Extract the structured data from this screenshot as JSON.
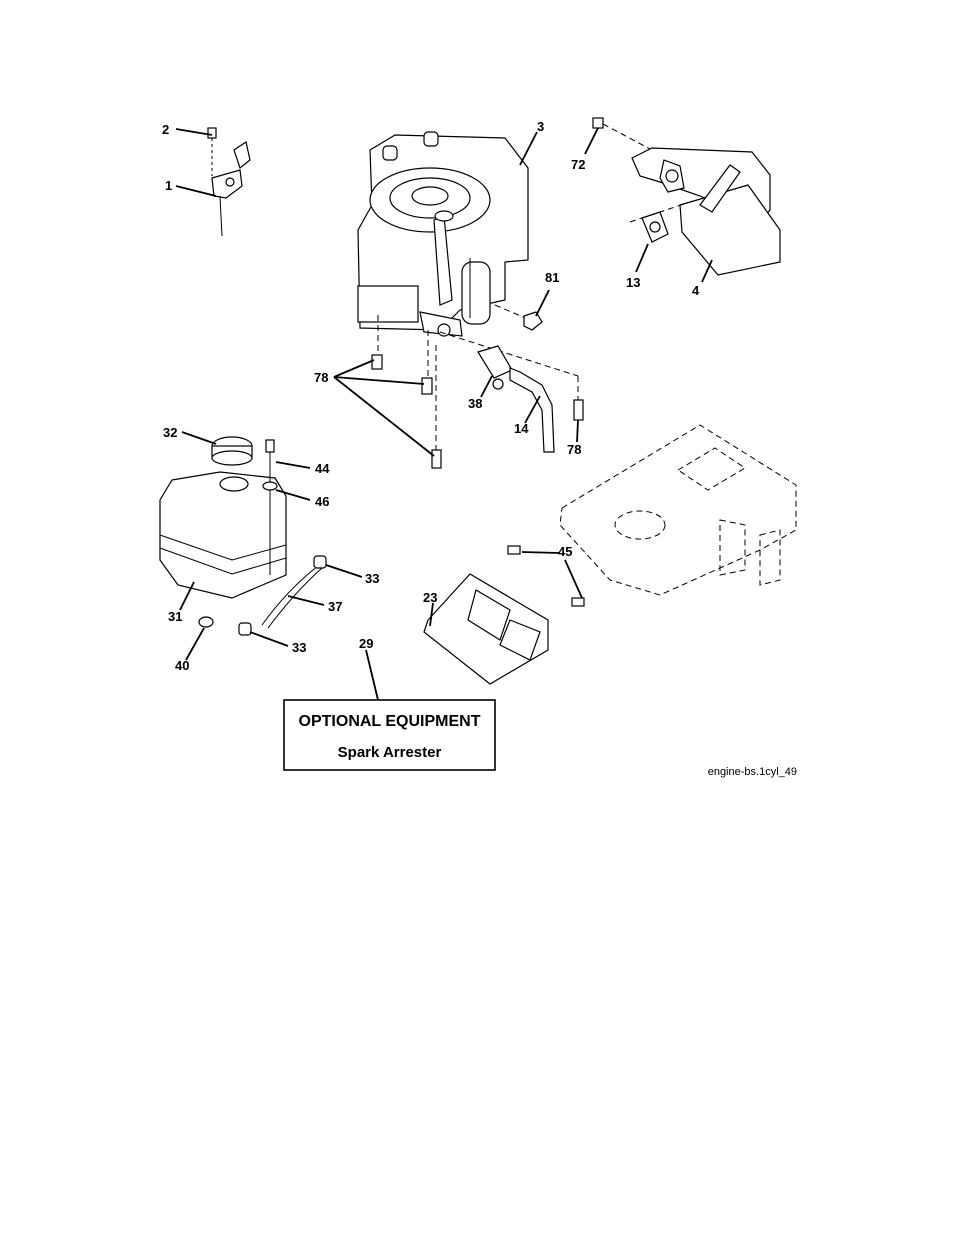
{
  "labels": {
    "p1": "1",
    "p2": "2",
    "p3": "3",
    "p4": "4",
    "p13": "13",
    "p72": "72",
    "p81": "81",
    "p78a": "78",
    "p78b": "78",
    "p38": "38",
    "p14": "14",
    "p32": "32",
    "p44": "44",
    "p46": "46",
    "p33a": "33",
    "p33b": "33",
    "p37": "37",
    "p31": "31",
    "p40": "40",
    "p29": "29",
    "p45": "45",
    "p23": "23"
  },
  "optional_box": {
    "title": "OPTIONAL EQUIPMENT",
    "subtitle": "Spark Arrester"
  },
  "figure_code": "engine-bs.1cyl_49"
}
